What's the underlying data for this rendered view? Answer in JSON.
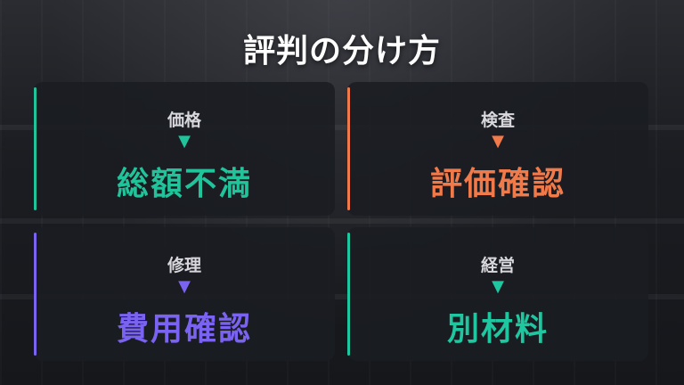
{
  "title": "評判の分け方",
  "colors": {
    "green": "#21c39a",
    "orange": "#f07a4a",
    "purple": "#7b63f2",
    "teal": "#1fc7a0"
  },
  "cards": [
    {
      "label": "価格",
      "arrow": "▼",
      "value": "総額不満",
      "accent": "#21c39a"
    },
    {
      "label": "検査",
      "arrow": "▼",
      "value": "評価確認",
      "accent": "#f07a4a"
    },
    {
      "label": "修理",
      "arrow": "▼",
      "value": "費用確認",
      "accent": "#7b63f2"
    },
    {
      "label": "経営",
      "arrow": "▼",
      "value": "別材料",
      "accent": "#1fc7a0"
    }
  ]
}
